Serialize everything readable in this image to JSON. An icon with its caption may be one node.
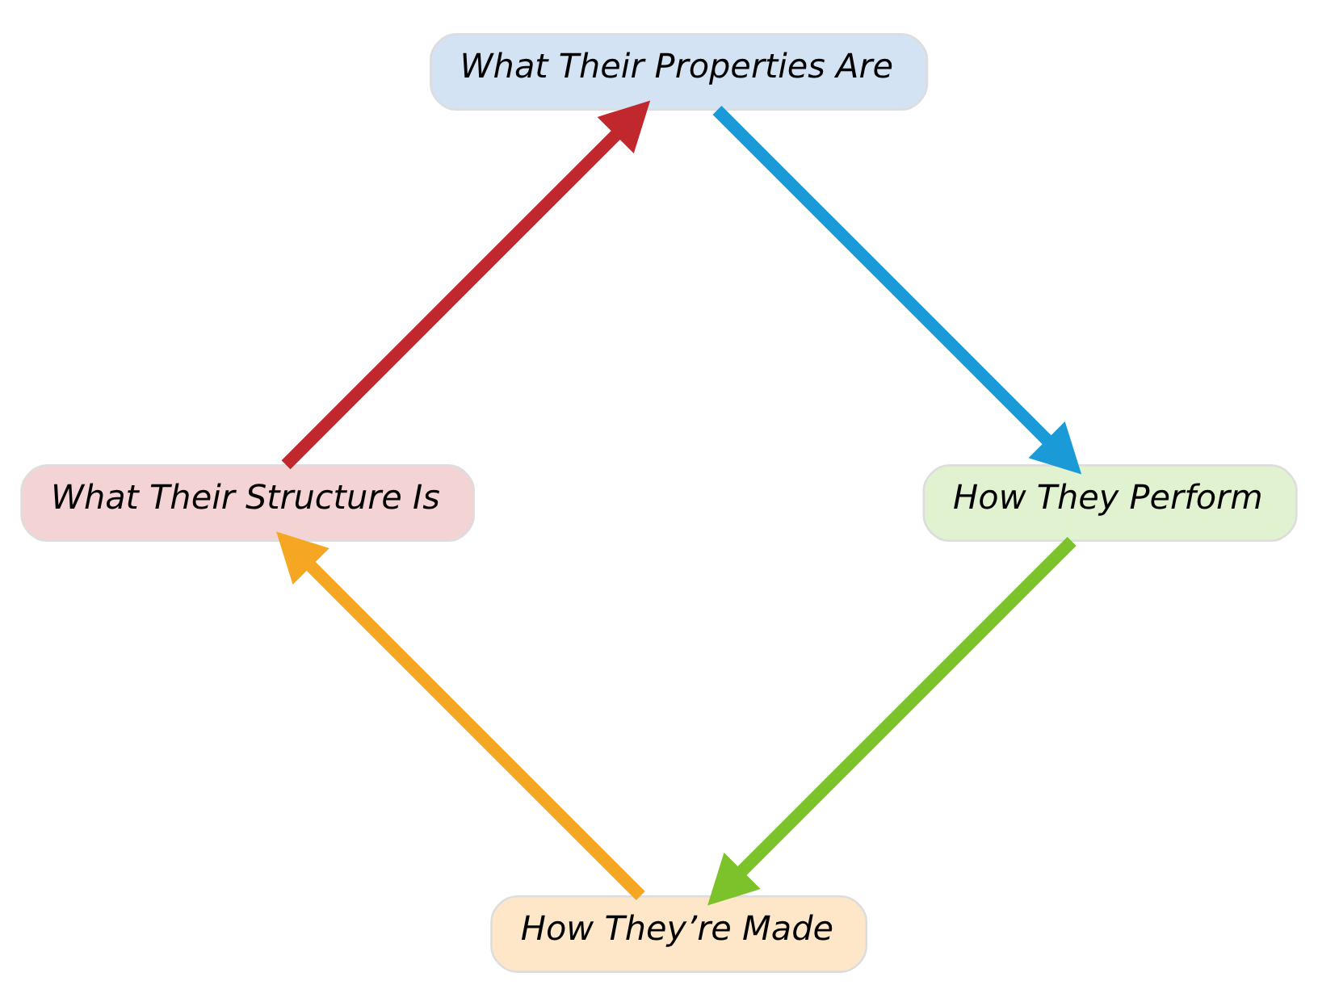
{
  "diagram": {
    "nodes": [
      {
        "text": [
          "How They’re Made"
        ]
      },
      {
        "text": [
          "What Their Structure Is"
        ]
      },
      {
        "text": [
          "What Their Properties Are"
        ]
      },
      {
        "text": [
          "How They Perform"
        ]
      }
    ],
    "edges": [
      {
        "from": 0,
        "to": 1,
        "arrow": "to",
        "color": "#f5a623"
      },
      {
        "from": 1,
        "to": 2,
        "arrow": "to",
        "color": "#c0282d"
      },
      {
        "from": 2,
        "to": 3,
        "arrow": "to",
        "color": "#1a9ad6"
      },
      {
        "from": 3,
        "to": 0,
        "arrow": "to",
        "color": "#7cc22a"
      }
    ]
  }
}
